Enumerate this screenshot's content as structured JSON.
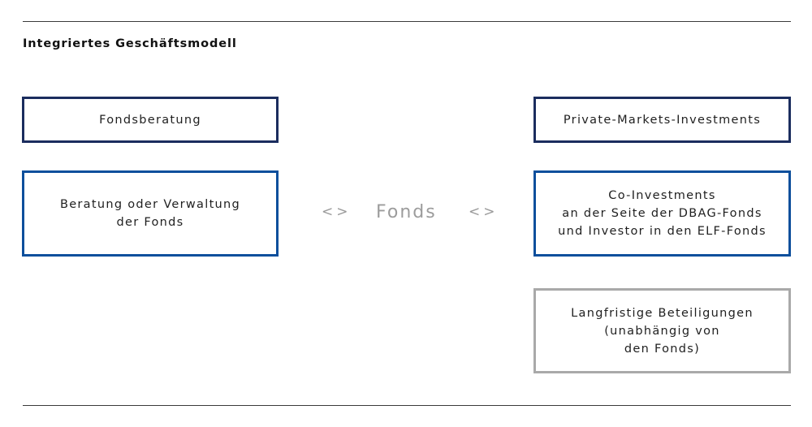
{
  "title": "Integriertes Geschäftsmodell",
  "left": {
    "header": "Fondsberatung",
    "box_lines": [
      "Beratung oder Verwaltung",
      "der Fonds"
    ]
  },
  "center": {
    "left_connector": "<>",
    "label": "Fonds",
    "right_connector": "<>"
  },
  "right": {
    "header": "Private-Markets-Investments",
    "box1_lines": [
      "Co-Investments",
      "an der Seite der DBAG-Fonds",
      "und Investor in den ELF-Fonds"
    ],
    "box2_lines": [
      "Langfristige Beteiligungen",
      "(unabhängig von",
      "den Fonds)"
    ]
  },
  "colors": {
    "dark_navy": "#1b2d5e",
    "blue": "#0d4f9c",
    "gray": "#a9a9a9",
    "connector_gray": "#9a9a9a"
  }
}
